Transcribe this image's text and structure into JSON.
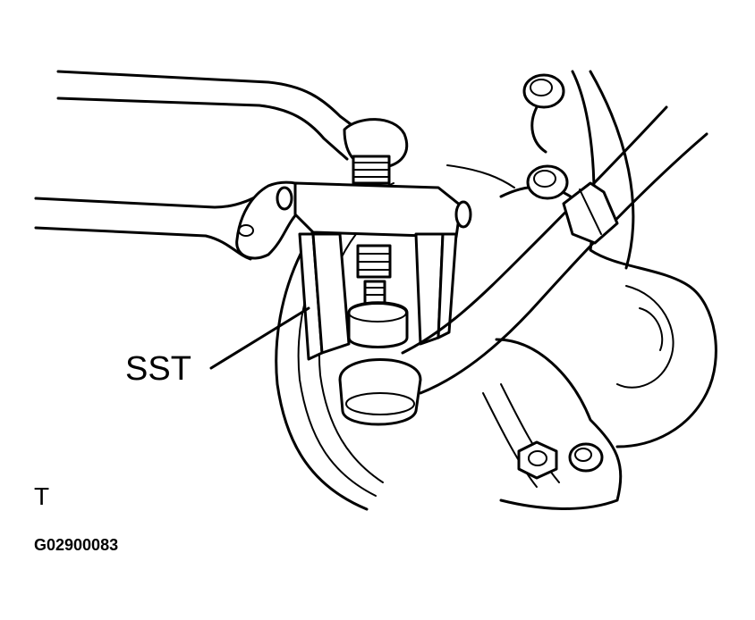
{
  "figure": {
    "callout": "SST",
    "orientation_mark": "T",
    "figure_code": "G02900083"
  }
}
